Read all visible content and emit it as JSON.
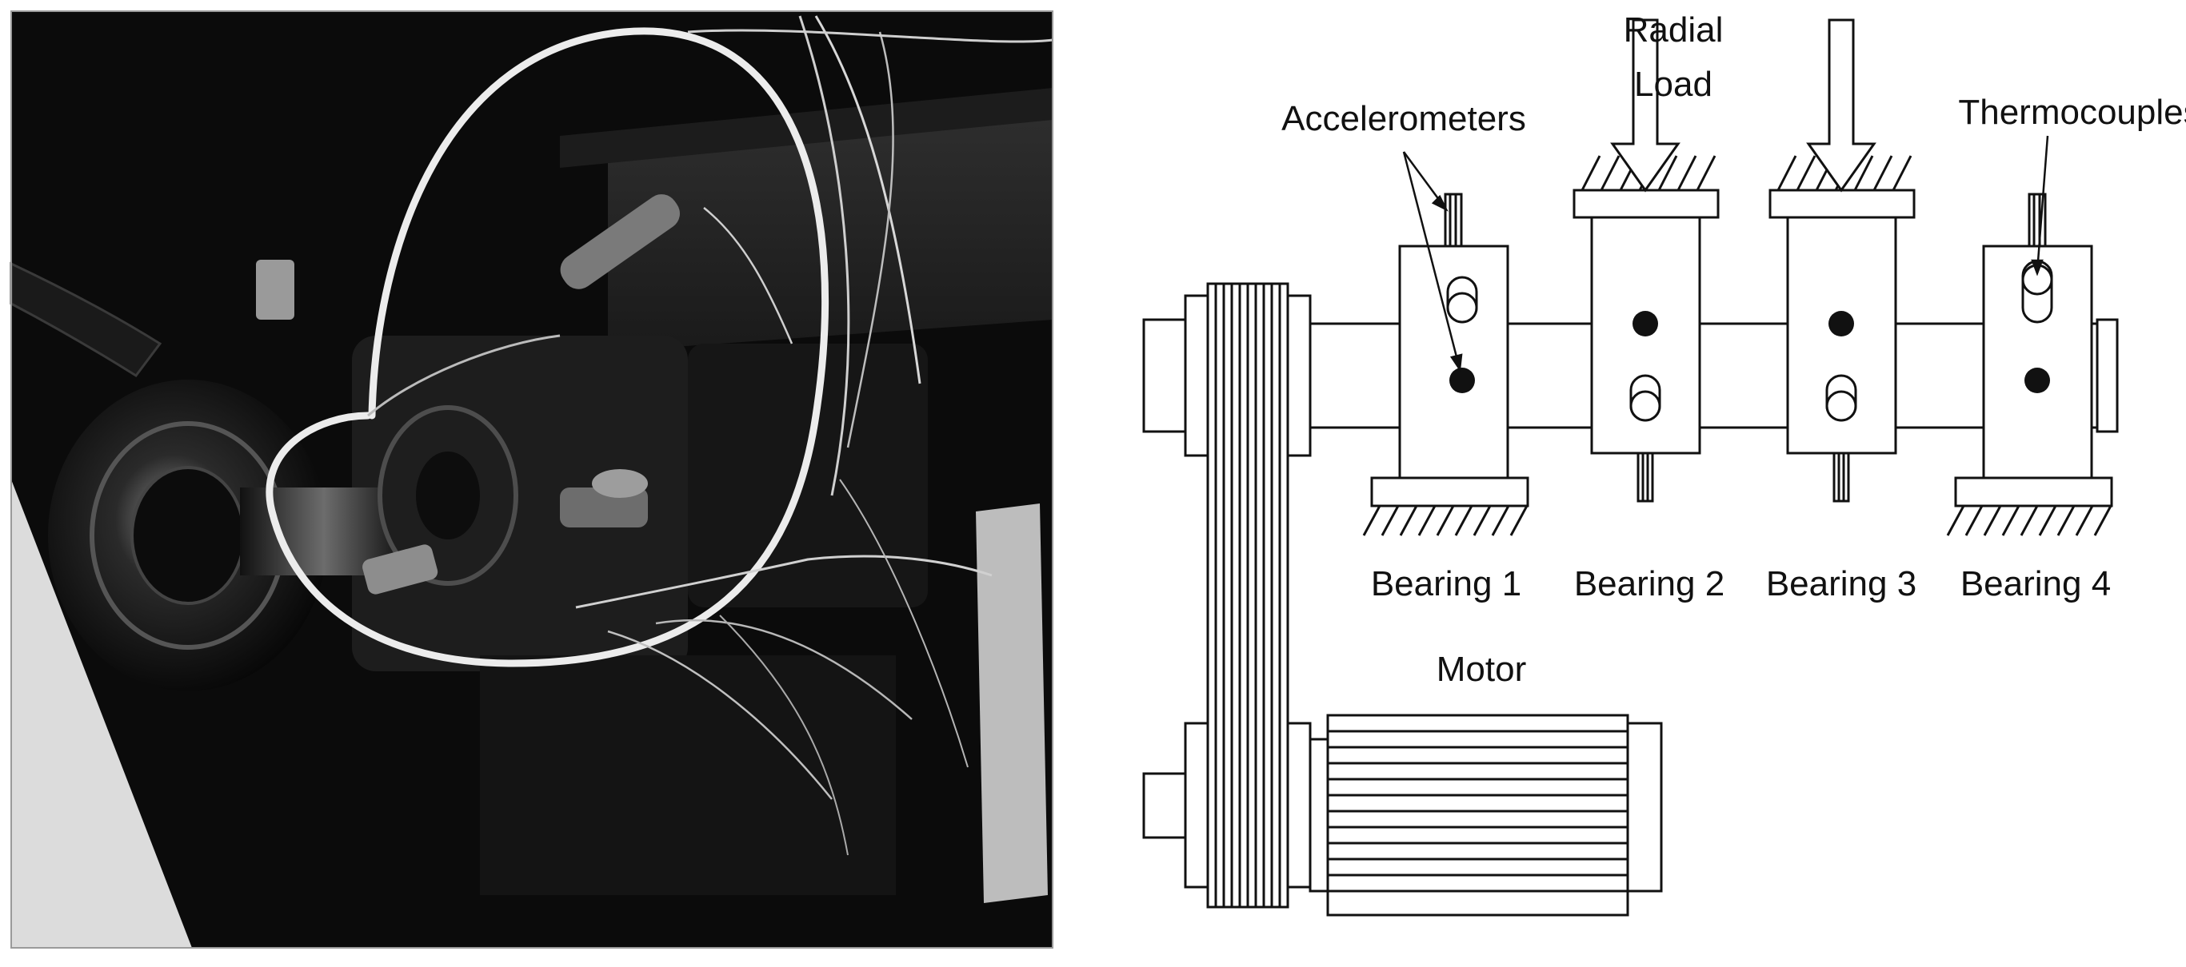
{
  "labels": {
    "radial_load_line1": "Radial",
    "radial_load_line2": "Load",
    "accelerometers": "Accelerometers",
    "thermocouples": "Thermocouples",
    "bearing1": "Bearing 1",
    "bearing2": "Bearing 2",
    "bearing3": "Bearing 3",
    "bearing4": "Bearing 4",
    "motor": "Motor"
  }
}
